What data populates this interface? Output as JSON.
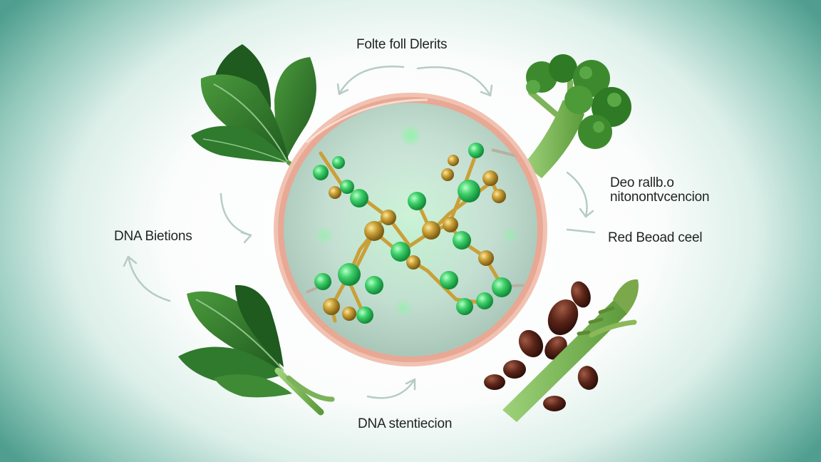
{
  "labels": {
    "top": "Folte foll Dlerits",
    "left": "DNA Bietions",
    "right_line1": "Deo rallb.o",
    "right_line2": "nitonontvcencion",
    "right_lower": "Red Beoad ceel",
    "bottom": "DNA stentiecion"
  },
  "colors": {
    "ring": "#e8a894",
    "molecule_green": "#3fd06a",
    "molecule_gold": "#c9a038",
    "leaf": "#2f7a2c",
    "broccoli": "#3d8a2e",
    "bean": "#5a2418",
    "asparagus": "#8cb85a",
    "arrow": "#b6ccc4"
  },
  "icons": [
    "spinach-leaf-icon",
    "broccoli-icon",
    "kidney-bean-icon",
    "asparagus-icon",
    "cycle-arrow-icon"
  ]
}
